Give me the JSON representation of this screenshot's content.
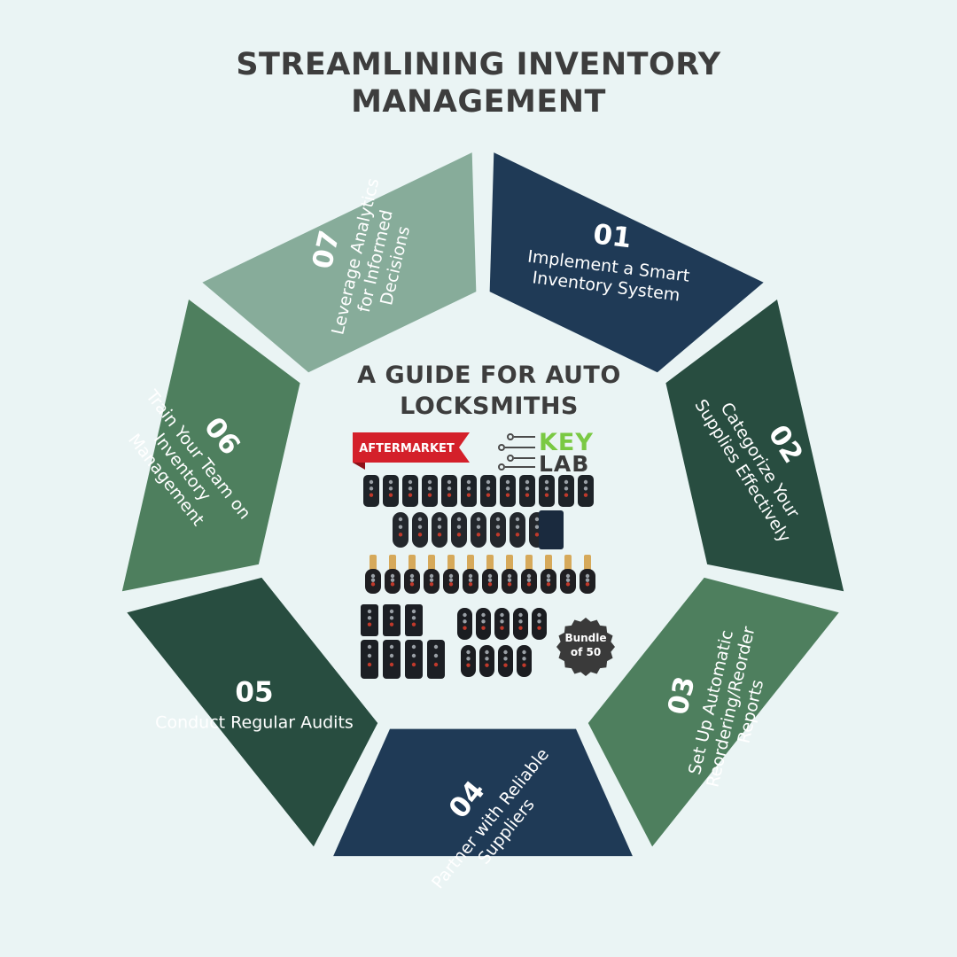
{
  "title": {
    "line1": "STREAMLINING INVENTORY",
    "line2": "MANAGEMENT"
  },
  "center": {
    "line1": "A GUIDE FOR AUTO",
    "line2": "LOCKSMITHS",
    "ribbon_text": "AFTERMARKET",
    "logo_key": "KEY",
    "logo_lab": "LAB",
    "badge_line1": "Bundle",
    "badge_line2": "of 50"
  },
  "segments": [
    {
      "number": "01",
      "lines": [
        "Implement a Smart",
        "Inventory System"
      ],
      "color": "#1f3a56"
    },
    {
      "number": "02",
      "lines": [
        "Categorize Your",
        "Supplies Effectively"
      ],
      "color": "#284d40"
    },
    {
      "number": "03",
      "lines": [
        "Set Up Automatic",
        "Reordering/Reorder",
        "Reports"
      ],
      "color": "#4e7f5e"
    },
    {
      "number": "04",
      "lines": [
        "Partner with Reliable",
        "Suppliers"
      ],
      "color": "#1f3a56"
    },
    {
      "number": "05",
      "lines": [
        "Conduct Regular Audits"
      ],
      "color": "#284d40"
    },
    {
      "number": "06",
      "lines": [
        "Train Your Team on",
        "Inventory",
        "Management"
      ],
      "color": "#4e7f5e"
    },
    {
      "number": "07",
      "lines": [
        "Leverage Analytics",
        "for Informed",
        "Decisions"
      ],
      "color": "#87ac9a"
    }
  ],
  "colors": {
    "background": "#eaf4f4",
    "navy": "#1f3a56",
    "dark_green": "#284d40",
    "mid_green": "#4e7f5e",
    "sage": "#87ac9a",
    "ribbon_red": "#d4202a",
    "logo_green": "#7ac943"
  }
}
